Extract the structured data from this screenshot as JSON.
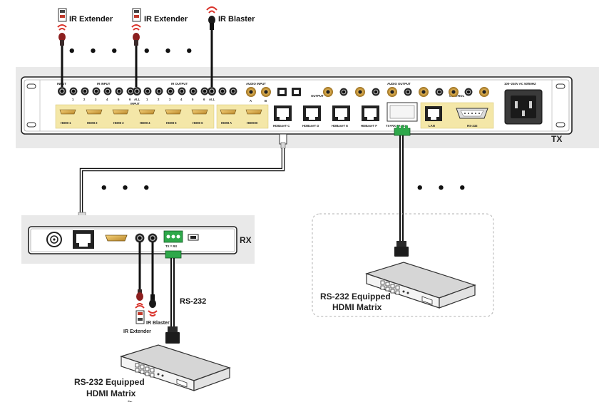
{
  "tx": {
    "badge": "TX",
    "ir_input_group": "IR INPUT",
    "ir_input_label": "INPUT",
    "ir_input_nums": [
      "1",
      "2",
      "3",
      "4",
      "5",
      "6"
    ],
    "ir_output_group": "IR OUTPUT",
    "ir_output_nums": [
      "1",
      "2",
      "3",
      "4",
      "5",
      "6"
    ],
    "all_label": "ALL",
    "audio_input_group": "AUDIO INPUT",
    "audio_input_nums": [
      "A",
      "B"
    ],
    "audio_output_group": "AUDIO OUTPUT",
    "output_label": "OUTPUT",
    "control_label": "CONTROL",
    "power_label": "100~240V AC 50/60HZ",
    "hdmi_inputs": [
      "HDMI 1",
      "HDMI 2",
      "HDMI 3",
      "HDMI 4",
      "HDMI 5",
      "HDMI 6"
    ],
    "hdmi_outputs": [
      "HDMI A",
      "HDMI B"
    ],
    "hdbaset_ports": [
      "HDBaseT C",
      "HDBaseT D",
      "HDBaseT E",
      "HDBaseT F"
    ],
    "rs232_sfp_label": "TX+RX  TX+RX",
    "lan_label": "LAN",
    "rs232_label": "RS-232"
  },
  "rx": {
    "badge": "RX",
    "rs232_terminal_label": "TX = RX"
  },
  "labels": {
    "ir_extender_1": "IR Extender",
    "ir_extender_2": "IR Extender",
    "ir_blaster_top": "IR Blaster",
    "ir_extender_bottom": "IR Extender",
    "ir_blaster_bottom": "IR Blaster",
    "rs232_cable": "RS-232",
    "ellipsis": "• • •"
  },
  "devices": {
    "matrix_bottom": {
      "line1": "RS-232 Equipped",
      "line2": "HDMI Matrix"
    },
    "matrix_right": {
      "line1": "RS-232 Equipped",
      "line2": "HDMI Matrix"
    }
  }
}
